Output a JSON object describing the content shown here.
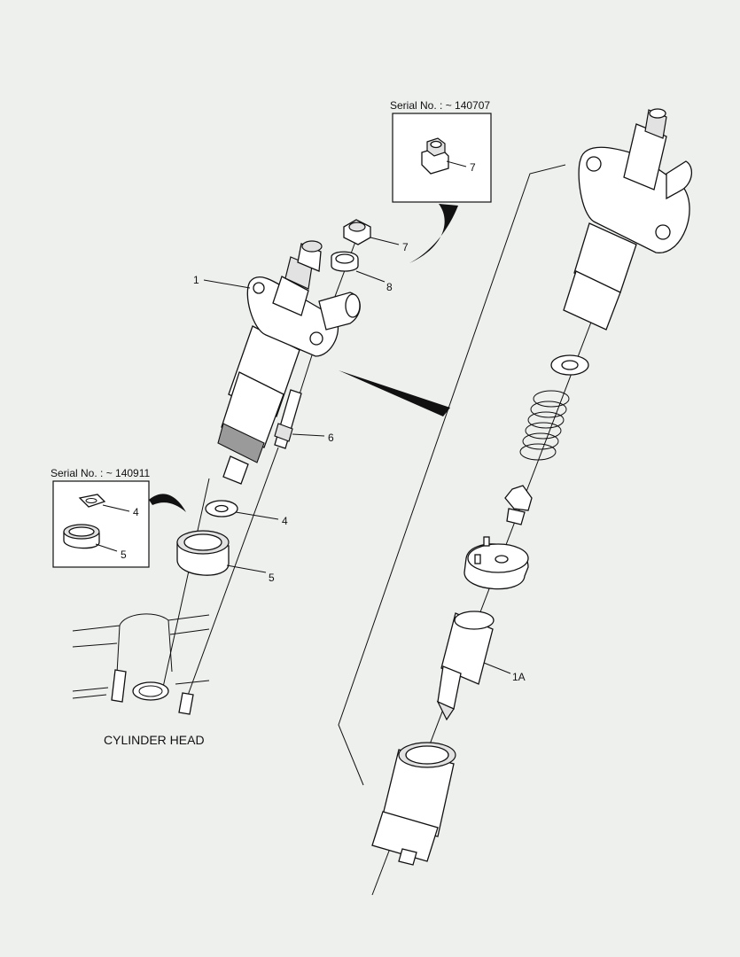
{
  "callouts": {
    "serial_top": "Serial No. : ~ 140707",
    "serial_left": "Serial No. : ~ 140911",
    "cylinder_head": "CYLINDER HEAD"
  },
  "part_labels": {
    "p1": "1",
    "p1a": "1A",
    "p4_box": "4",
    "p5_box": "5",
    "p4": "4",
    "p5": "5",
    "p6": "6",
    "p7": "7",
    "p7_box": "7",
    "p8": "8"
  }
}
